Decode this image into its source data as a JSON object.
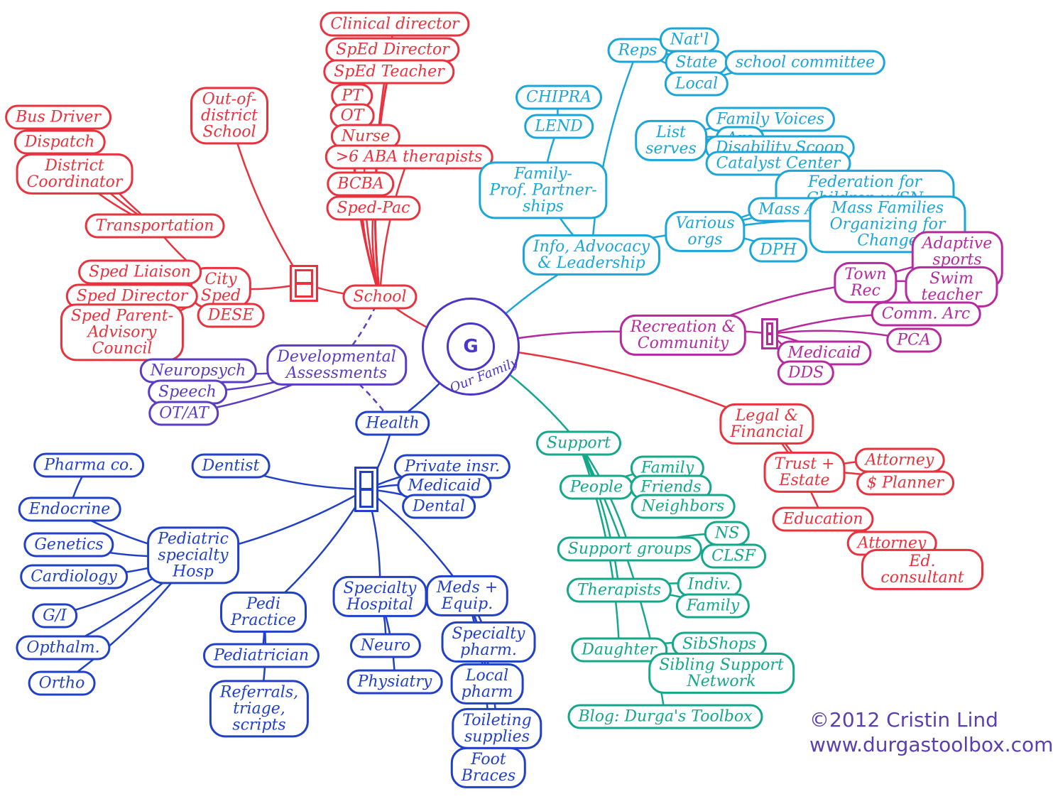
{
  "colors": {
    "red": "#e8323e",
    "cyan": "#1aa6d8",
    "magenta": "#b62aa0",
    "teal": "#13a889",
    "purple": "#5b3cc4",
    "blue": "#2140c8"
  },
  "center": {
    "letter": "G",
    "label": "Our Family"
  },
  "credit": {
    "text": "©2012 Cristin Lind\nwww.durgastoolbox.com"
  },
  "nodes": [
    {
      "id": "school",
      "text": "School",
      "color": "red"
    },
    {
      "id": "clinical_director",
      "text": "Clinical director",
      "color": "red"
    },
    {
      "id": "sped_director",
      "text": "SpEd Director",
      "color": "red"
    },
    {
      "id": "sped_teacher",
      "text": "SpEd Teacher",
      "color": "red"
    },
    {
      "id": "pt",
      "text": "PT",
      "color": "red"
    },
    {
      "id": "ot",
      "text": "OT",
      "color": "red"
    },
    {
      "id": "nurse",
      "text": "Nurse",
      "color": "red"
    },
    {
      "id": "aba",
      "text": ">6 ABA therapists",
      "color": "red"
    },
    {
      "id": "bcba",
      "text": "BCBA",
      "color": "red"
    },
    {
      "id": "spedpac",
      "text": "Sped-Pac",
      "color": "red"
    },
    {
      "id": "out_district",
      "text": "Out-of-\ndistrict\nSchool",
      "color": "red"
    },
    {
      "id": "bus_driver",
      "text": "Bus Driver",
      "color": "red"
    },
    {
      "id": "dispatch",
      "text": "Dispatch",
      "color": "red"
    },
    {
      "id": "district_coord",
      "text": "District\nCoordinator",
      "color": "red"
    },
    {
      "id": "transportation",
      "text": "Transportation",
      "color": "red"
    },
    {
      "id": "city_sped",
      "text": "City\nSped",
      "color": "red"
    },
    {
      "id": "sped_liaison",
      "text": "Sped Liaison",
      "color": "red"
    },
    {
      "id": "sped_director2",
      "text": "Sped Director",
      "color": "red"
    },
    {
      "id": "sped_parent",
      "text": "Sped Parent-\nAdvisory\nCouncil",
      "color": "red"
    },
    {
      "id": "dese",
      "text": "DESE",
      "color": "red"
    },
    {
      "id": "info",
      "text": "Info, Advocacy\n& Leadership",
      "color": "cyan"
    },
    {
      "id": "chipra",
      "text": "CHIPRA",
      "color": "cyan"
    },
    {
      "id": "lend",
      "text": "LEND",
      "color": "cyan"
    },
    {
      "id": "fpp",
      "text": "Family-\nProf. Partner-\nships",
      "color": "cyan"
    },
    {
      "id": "reps",
      "text": "Reps",
      "color": "cyan"
    },
    {
      "id": "natl",
      "text": "Nat'l",
      "color": "cyan"
    },
    {
      "id": "state",
      "text": "State",
      "color": "cyan"
    },
    {
      "id": "local",
      "text": "Local",
      "color": "cyan"
    },
    {
      "id": "school_committee",
      "text": "school committee",
      "color": "cyan"
    },
    {
      "id": "list_serves",
      "text": "List\nserves",
      "color": "cyan"
    },
    {
      "id": "family_voices",
      "text": "Family Voices",
      "color": "cyan"
    },
    {
      "id": "arc",
      "text": "Arc",
      "color": "cyan"
    },
    {
      "id": "disability_scoop",
      "text": "Disability Scoop",
      "color": "cyan"
    },
    {
      "id": "catalyst",
      "text": "Catalyst Center",
      "color": "cyan"
    },
    {
      "id": "various_orgs",
      "text": "Various\norgs",
      "color": "cyan"
    },
    {
      "id": "fcsn",
      "text": "Federation for Children w/SN",
      "color": "cyan"
    },
    {
      "id": "mass_adv",
      "text": "Mass Advocates",
      "color": "cyan"
    },
    {
      "id": "mfoc",
      "text": "Mass Families Organizing for Change",
      "color": "cyan"
    },
    {
      "id": "dph",
      "text": "DPH",
      "color": "cyan"
    },
    {
      "id": "recreation",
      "text": "Recreation &\nCommunity",
      "color": "magenta"
    },
    {
      "id": "town_rec",
      "text": "Town\nRec",
      "color": "magenta"
    },
    {
      "id": "adaptive",
      "text": "Adaptive sports\ncoach",
      "color": "magenta"
    },
    {
      "id": "swim",
      "text": "Swim teacher",
      "color": "magenta"
    },
    {
      "id": "comm_arc",
      "text": "Comm. Arc",
      "color": "magenta"
    },
    {
      "id": "pca",
      "text": "PCA",
      "color": "magenta"
    },
    {
      "id": "medicaid_m",
      "text": "Medicaid",
      "color": "magenta"
    },
    {
      "id": "dds",
      "text": "DDS",
      "color": "magenta"
    },
    {
      "id": "legal",
      "text": "Legal &\nFinancial",
      "color": "red"
    },
    {
      "id": "trust",
      "text": "Trust +\nEstate",
      "color": "red"
    },
    {
      "id": "attorney1",
      "text": "Attorney",
      "color": "red"
    },
    {
      "id": "planner",
      "text": "$ Planner",
      "color": "red"
    },
    {
      "id": "education",
      "text": "Education",
      "color": "red"
    },
    {
      "id": "attorney2",
      "text": "Attorney",
      "color": "red"
    },
    {
      "id": "ed_consultant",
      "text": "Ed. consultant",
      "color": "red"
    },
    {
      "id": "support",
      "text": "Support",
      "color": "teal"
    },
    {
      "id": "people",
      "text": "People",
      "color": "teal"
    },
    {
      "id": "family_t",
      "text": "Family",
      "color": "teal"
    },
    {
      "id": "friends",
      "text": "Friends",
      "color": "teal"
    },
    {
      "id": "neighbors",
      "text": "Neighbors",
      "color": "teal"
    },
    {
      "id": "support_groups",
      "text": "Support groups",
      "color": "teal"
    },
    {
      "id": "ns",
      "text": "NS",
      "color": "teal"
    },
    {
      "id": "clsf",
      "text": "CLSF",
      "color": "teal"
    },
    {
      "id": "therapists",
      "text": "Therapists",
      "color": "teal"
    },
    {
      "id": "indiv",
      "text": "Indiv.",
      "color": "teal"
    },
    {
      "id": "family_t2",
      "text": "Family",
      "color": "teal"
    },
    {
      "id": "daughter",
      "text": "Daughter",
      "color": "teal"
    },
    {
      "id": "sibshops",
      "text": "SibShops",
      "color": "teal"
    },
    {
      "id": "ssn",
      "text": "Sibling Support\nNetwork",
      "color": "teal"
    },
    {
      "id": "blog",
      "text": "Blog: Durga's Toolbox",
      "color": "teal"
    },
    {
      "id": "dev_assess",
      "text": "Developmental\nAssessments",
      "color": "purple"
    },
    {
      "id": "neuropsych",
      "text": "Neuropsych",
      "color": "purple"
    },
    {
      "id": "speech",
      "text": "Speech",
      "color": "purple"
    },
    {
      "id": "otat",
      "text": "OT/AT",
      "color": "purple"
    },
    {
      "id": "health",
      "text": "Health",
      "color": "blue"
    },
    {
      "id": "private_insr",
      "text": "Private insr.",
      "color": "blue"
    },
    {
      "id": "medicaid_b",
      "text": "Medicaid",
      "color": "blue"
    },
    {
      "id": "dental",
      "text": "Dental",
      "color": "blue"
    },
    {
      "id": "dentist",
      "text": "Dentist",
      "color": "blue"
    },
    {
      "id": "pediatric_hosp",
      "text": "Pediatric\nspecialty\nHosp",
      "color": "blue"
    },
    {
      "id": "pharma",
      "text": "Pharma co.",
      "color": "blue"
    },
    {
      "id": "endocrine",
      "text": "Endocrine",
      "color": "blue"
    },
    {
      "id": "genetics",
      "text": "Genetics",
      "color": "blue"
    },
    {
      "id": "cardiology",
      "text": "Cardiology",
      "color": "blue"
    },
    {
      "id": "gi",
      "text": "G/I",
      "color": "blue"
    },
    {
      "id": "opthalm",
      "text": "Opthalm.",
      "color": "blue"
    },
    {
      "id": "ortho",
      "text": "Ortho",
      "color": "blue"
    },
    {
      "id": "pedi_practice",
      "text": "Pedi\nPractice",
      "color": "blue"
    },
    {
      "id": "pediatrician",
      "text": "Pediatrician",
      "color": "blue"
    },
    {
      "id": "referrals",
      "text": "Referrals,\ntriage,\nscripts",
      "color": "blue"
    },
    {
      "id": "specialty_hosp",
      "text": "Specialty\nHospital",
      "color": "blue"
    },
    {
      "id": "neuro",
      "text": "Neuro",
      "color": "blue"
    },
    {
      "id": "physiatry",
      "text": "Physiatry",
      "color": "blue"
    },
    {
      "id": "meds",
      "text": "Meds +\nEquip.",
      "color": "blue"
    },
    {
      "id": "specialty_pharm",
      "text": "Specialty\npharm.",
      "color": "blue"
    },
    {
      "id": "local_pharm",
      "text": "Local\npharm",
      "color": "blue"
    },
    {
      "id": "toileting",
      "text": "Toileting\nsupplies",
      "color": "blue"
    },
    {
      "id": "foot_braces",
      "text": "Foot\nBraces",
      "color": "blue"
    }
  ],
  "boxes": [
    {
      "id": "box_school",
      "color": "red"
    },
    {
      "id": "box_rec",
      "color": "magenta"
    },
    {
      "id": "box_health",
      "color": "blue"
    }
  ],
  "edges": [
    [
      "center",
      "school",
      "red"
    ],
    [
      "school",
      "box_school",
      "red"
    ],
    [
      "box_school",
      "city_sped",
      "red"
    ],
    [
      "school",
      "clinical_director",
      "red"
    ],
    [
      "school",
      "sped_director",
      "red"
    ],
    [
      "school",
      "sped_teacher",
      "red"
    ],
    [
      "school",
      "pt",
      "red"
    ],
    [
      "school",
      "ot",
      "red"
    ],
    [
      "school",
      "nurse",
      "red"
    ],
    [
      "school",
      "aba",
      "red"
    ],
    [
      "school",
      "bcba",
      "red"
    ],
    [
      "school",
      "spedpac",
      "red"
    ],
    [
      "box_school",
      "out_district",
      "red"
    ],
    [
      "city_sped",
      "transportation",
      "red"
    ],
    [
      "transportation",
      "district_coord",
      "red"
    ],
    [
      "transportation",
      "dispatch",
      "red"
    ],
    [
      "transportation",
      "bus_driver",
      "red"
    ],
    [
      "city_sped",
      "sped_liaison",
      "red"
    ],
    [
      "city_sped",
      "sped_director2",
      "red"
    ],
    [
      "city_sped",
      "sped_parent",
      "red"
    ],
    [
      "city_sped",
      "dese",
      "red"
    ],
    [
      "center",
      "info",
      "cyan"
    ],
    [
      "info",
      "fpp",
      "cyan"
    ],
    [
      "fpp",
      "lend",
      "cyan"
    ],
    [
      "lend",
      "chipra",
      "cyan"
    ],
    [
      "info",
      "reps",
      "cyan"
    ],
    [
      "reps",
      "natl",
      "cyan"
    ],
    [
      "reps",
      "state",
      "cyan"
    ],
    [
      "reps",
      "local",
      "cyan"
    ],
    [
      "local",
      "school_committee",
      "cyan"
    ],
    [
      "list_serves",
      "family_voices",
      "cyan"
    ],
    [
      "list_serves",
      "arc",
      "cyan"
    ],
    [
      "list_serves",
      "disability_scoop",
      "cyan"
    ],
    [
      "list_serves",
      "catalyst",
      "cyan"
    ],
    [
      "info",
      "various_orgs",
      "cyan"
    ],
    [
      "various_orgs",
      "fcsn",
      "cyan"
    ],
    [
      "various_orgs",
      "mass_adv",
      "cyan"
    ],
    [
      "various_orgs",
      "mfoc",
      "cyan"
    ],
    [
      "various_orgs",
      "dph",
      "cyan"
    ],
    [
      "center",
      "recreation",
      "magenta"
    ],
    [
      "recreation",
      "box_rec",
      "magenta"
    ],
    [
      "recreation",
      "town_rec",
      "magenta"
    ],
    [
      "town_rec",
      "adaptive",
      "magenta"
    ],
    [
      "town_rec",
      "swim",
      "magenta"
    ],
    [
      "box_rec",
      "comm_arc",
      "magenta"
    ],
    [
      "box_rec",
      "pca",
      "magenta"
    ],
    [
      "box_rec",
      "medicaid_m",
      "magenta"
    ],
    [
      "box_rec",
      "dds",
      "magenta"
    ],
    [
      "center",
      "legal",
      "red"
    ],
    [
      "legal",
      "trust",
      "red"
    ],
    [
      "trust",
      "attorney1",
      "red"
    ],
    [
      "trust",
      "planner",
      "red"
    ],
    [
      "legal",
      "education",
      "red"
    ],
    [
      "education",
      "attorney2",
      "red"
    ],
    [
      "education",
      "ed_consultant",
      "red"
    ],
    [
      "center",
      "support",
      "teal"
    ],
    [
      "support",
      "people",
      "teal"
    ],
    [
      "people",
      "family_t",
      "teal"
    ],
    [
      "people",
      "friends",
      "teal"
    ],
    [
      "people",
      "neighbors",
      "teal"
    ],
    [
      "support",
      "support_groups",
      "teal"
    ],
    [
      "support_groups",
      "ns",
      "teal"
    ],
    [
      "support_groups",
      "clsf",
      "teal"
    ],
    [
      "support",
      "therapists",
      "teal"
    ],
    [
      "therapists",
      "indiv",
      "teal"
    ],
    [
      "therapists",
      "family_t2",
      "teal"
    ],
    [
      "support",
      "daughter",
      "teal"
    ],
    [
      "daughter",
      "sibshops",
      "teal"
    ],
    [
      "daughter",
      "ssn",
      "teal"
    ],
    [
      "support",
      "blog",
      "teal"
    ],
    [
      "dev_assess",
      "neuropsych",
      "purple"
    ],
    [
      "dev_assess",
      "speech",
      "purple"
    ],
    [
      "dev_assess",
      "otat",
      "purple"
    ],
    [
      "center",
      "health",
      "blue"
    ],
    [
      "health",
      "box_health",
      "blue"
    ],
    [
      "box_health",
      "private_insr",
      "blue"
    ],
    [
      "box_health",
      "medicaid_b",
      "blue"
    ],
    [
      "box_health",
      "dental",
      "blue"
    ],
    [
      "box_health",
      "dentist",
      "blue"
    ],
    [
      "box_health",
      "pediatric_hosp",
      "blue"
    ],
    [
      "box_health",
      "pedi_practice",
      "blue"
    ],
    [
      "box_health",
      "specialty_hosp",
      "blue"
    ],
    [
      "box_health",
      "meds",
      "blue"
    ],
    [
      "pediatric_hosp",
      "endocrine",
      "blue"
    ],
    [
      "endocrine",
      "pharma",
      "blue"
    ],
    [
      "pediatric_hosp",
      "genetics",
      "blue"
    ],
    [
      "pediatric_hosp",
      "cardiology",
      "blue"
    ],
    [
      "pediatric_hosp",
      "gi",
      "blue"
    ],
    [
      "pediatric_hosp",
      "opthalm",
      "blue"
    ],
    [
      "pediatric_hosp",
      "ortho",
      "blue"
    ],
    [
      "pedi_practice",
      "pediatrician",
      "blue"
    ],
    [
      "pedi_practice",
      "referrals",
      "blue"
    ],
    [
      "specialty_hosp",
      "neuro",
      "blue"
    ],
    [
      "specialty_hosp",
      "physiatry",
      "blue"
    ],
    [
      "meds",
      "specialty_pharm",
      "blue"
    ],
    [
      "meds",
      "local_pharm",
      "blue"
    ],
    [
      "meds",
      "toileting",
      "blue"
    ],
    [
      "meds",
      "foot_braces",
      "blue"
    ]
  ],
  "dashed_edges": [
    [
      "school",
      "dev_assess",
      "purple"
    ],
    [
      "dev_assess",
      "health",
      "purple"
    ]
  ]
}
